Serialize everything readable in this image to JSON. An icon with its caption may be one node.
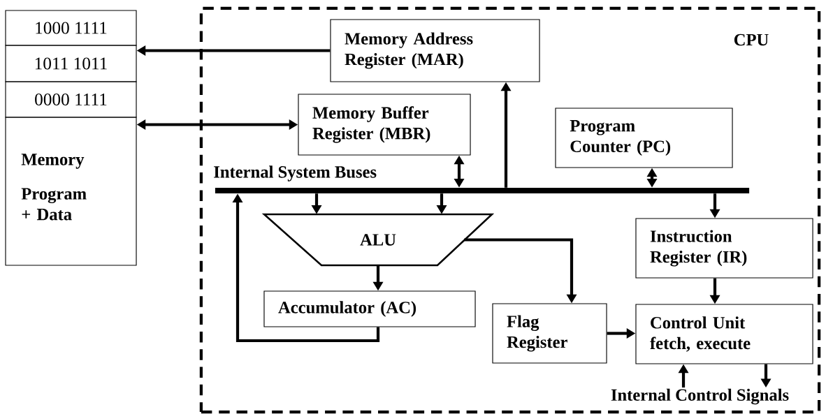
{
  "diagram": {
    "nodes": [
      {
        "text": [
          "1000 1111"
        ]
      },
      {
        "text": [
          "1011 1011"
        ]
      },
      {
        "text": [
          "0000 1111"
        ]
      },
      {
        "text": [
          "Memory",
          "Program + Data"
        ]
      },
      {
        "text": [
          "CPU"
        ]
      },
      {
        "text": [
          "Memory Address Register (MAR)"
        ],
        "in": 4
      },
      {
        "text": [
          "Memory Buffer Register (MBR)"
        ],
        "in": 4
      },
      {
        "text": [
          "Program Counter  (PC)"
        ],
        "in": 4
      },
      {
        "text": [
          "Internal System Buses"
        ],
        "in": 4
      },
      {
        "text": [
          "ALU"
        ],
        "in": 4
      },
      {
        "text": [
          "Accumulator (AC)"
        ],
        "in": 4
      },
      {
        "text": [
          "Flag Register"
        ],
        "in": 4
      },
      {
        "text": [
          "Instruction Register (IR)"
        ],
        "in": 4
      },
      {
        "text": [
          "Control Unit",
          "fetch, execute"
        ],
        "in": 4
      },
      {
        "text": [
          "Internal Control Signals"
        ],
        "in": 4
      }
    ],
    "edges": [
      {
        "from": 5,
        "to": 1,
        "arrow": "to"
      },
      {
        "from": 6,
        "to": 3,
        "arrow": "both"
      },
      {
        "from": 8,
        "to": 6,
        "arrow": "both"
      },
      {
        "from": 8,
        "to": 5,
        "arrow": "to"
      },
      {
        "from": 8,
        "to": 7,
        "arrow": "both"
      },
      {
        "from": 8,
        "to": 9,
        "arrow": "to"
      },
      {
        "from": 8,
        "to": 9,
        "arrow": "to"
      },
      {
        "from": 8,
        "to": 12,
        "arrow": "to"
      },
      {
        "from": 9,
        "to": 10,
        "arrow": "to"
      },
      {
        "from": 9,
        "to": 11,
        "arrow": "to"
      },
      {
        "from": 10,
        "to": 8,
        "arrow": "to"
      },
      {
        "from": 12,
        "to": 13,
        "arrow": "to"
      },
      {
        "from": 11,
        "to": 13,
        "arrow": "to"
      },
      {
        "from": 14,
        "to": 13,
        "arrow": "to"
      },
      {
        "from": 13,
        "to": 14,
        "arrow": "to"
      }
    ]
  }
}
